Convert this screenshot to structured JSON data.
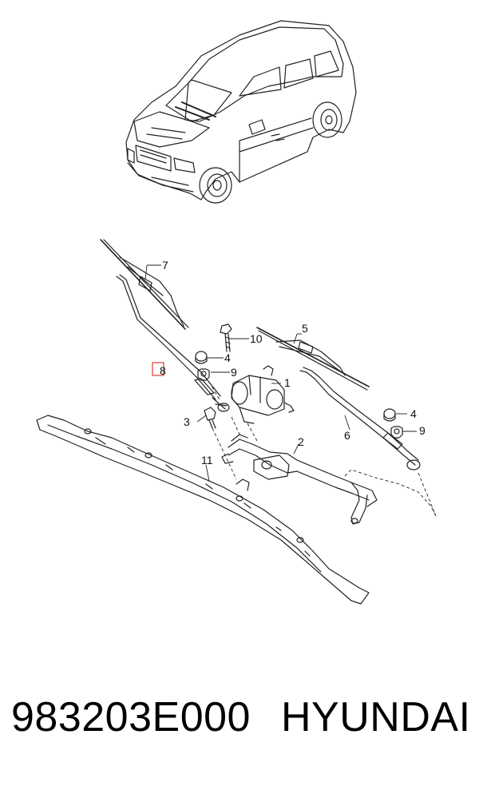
{
  "callouts": {
    "c1": "1",
    "c2": "2",
    "c3": "3",
    "c4a": "4",
    "c4b": "4",
    "c5": "5",
    "c6": "6",
    "c7": "7",
    "c8": "8",
    "c9a": "9",
    "c9b": "9",
    "c10": "10",
    "c11": "11"
  },
  "footer": {
    "part_number": "983203E000",
    "brand": "HYUNDAI"
  },
  "colors": {
    "line": "#222222",
    "highlight": "#e53935"
  }
}
